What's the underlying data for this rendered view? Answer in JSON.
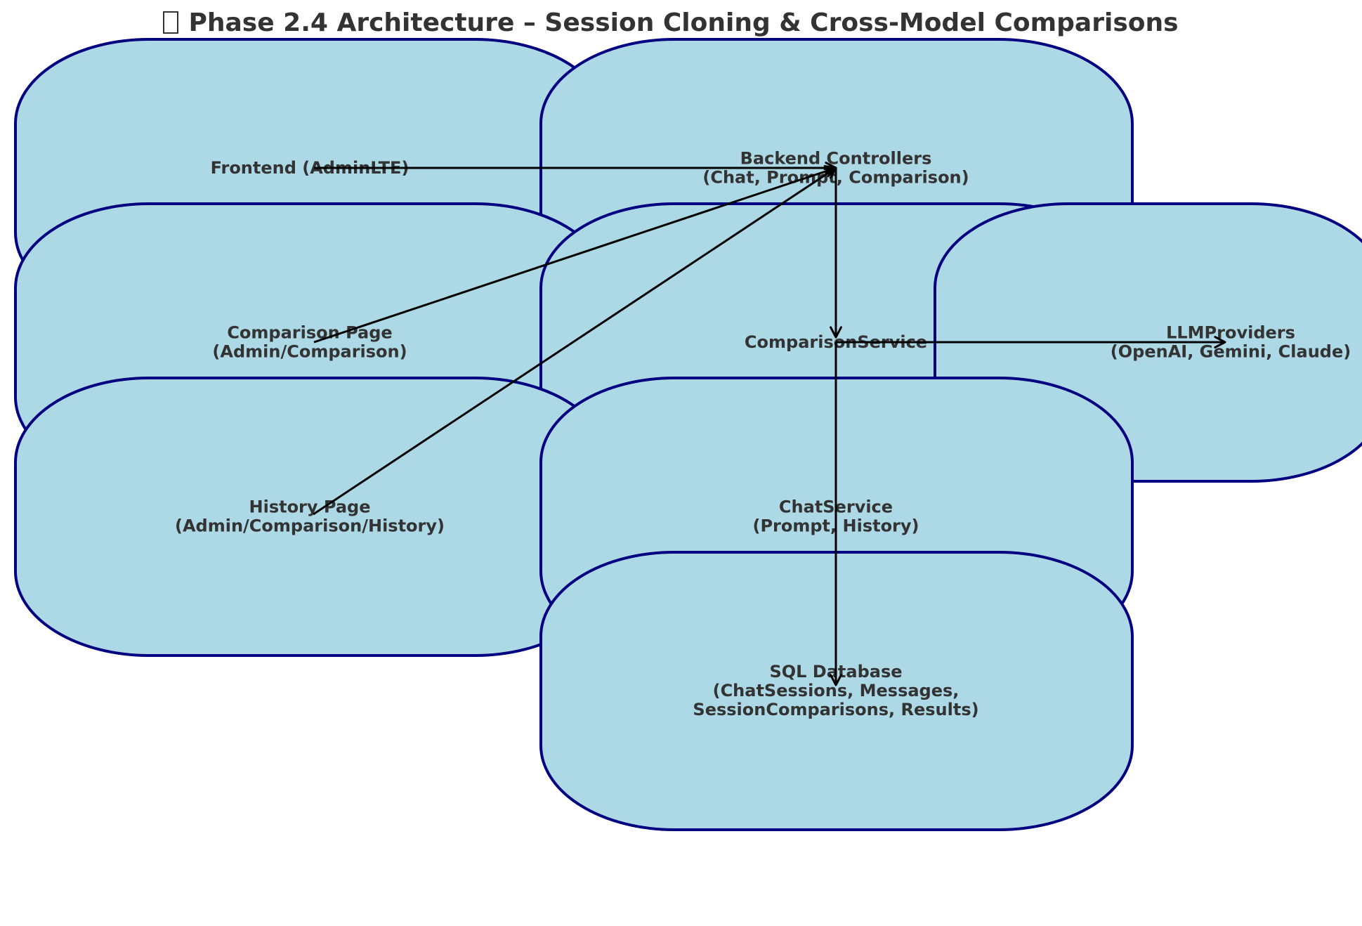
{
  "title": "Phase 2.4 Architecture – Session Cloning & Cross-Model Comparisons",
  "colors": {
    "node_fill": "#add8e6",
    "node_border": "#000080",
    "edge": "#000000",
    "text": "#333333"
  },
  "nodes": [
    {
      "id": "frontend",
      "lines": [
        "Frontend (AdminLTE)"
      ]
    },
    {
      "id": "backend",
      "lines": [
        "Backend Controllers",
        "(Chat, Prompt, Comparison)"
      ]
    },
    {
      "id": "comparison-page",
      "lines": [
        "Comparison Page",
        "(Admin/Comparison)"
      ]
    },
    {
      "id": "comparison-service",
      "lines": [
        "ComparisonService"
      ]
    },
    {
      "id": "llm-providers",
      "lines": [
        "LLMProviders",
        "(OpenAI, Gemini, Claude)"
      ]
    },
    {
      "id": "history-page",
      "lines": [
        "History Page",
        "(Admin/Comparison/History)"
      ]
    },
    {
      "id": "chat-service",
      "lines": [
        "ChatService",
        "(Prompt, History)"
      ]
    },
    {
      "id": "sql-database",
      "lines": [
        "SQL Database",
        "(ChatSessions, Messages,",
        "SessionComparisons, Results)"
      ]
    }
  ],
  "edges": [
    {
      "from": "frontend",
      "to": "backend"
    },
    {
      "from": "comparison-page",
      "to": "backend"
    },
    {
      "from": "history-page",
      "to": "backend"
    },
    {
      "from": "backend",
      "to": "comparison-service"
    },
    {
      "from": "comparison-service",
      "to": "llm-providers"
    },
    {
      "from": "comparison-service",
      "to": "sql-database"
    }
  ]
}
